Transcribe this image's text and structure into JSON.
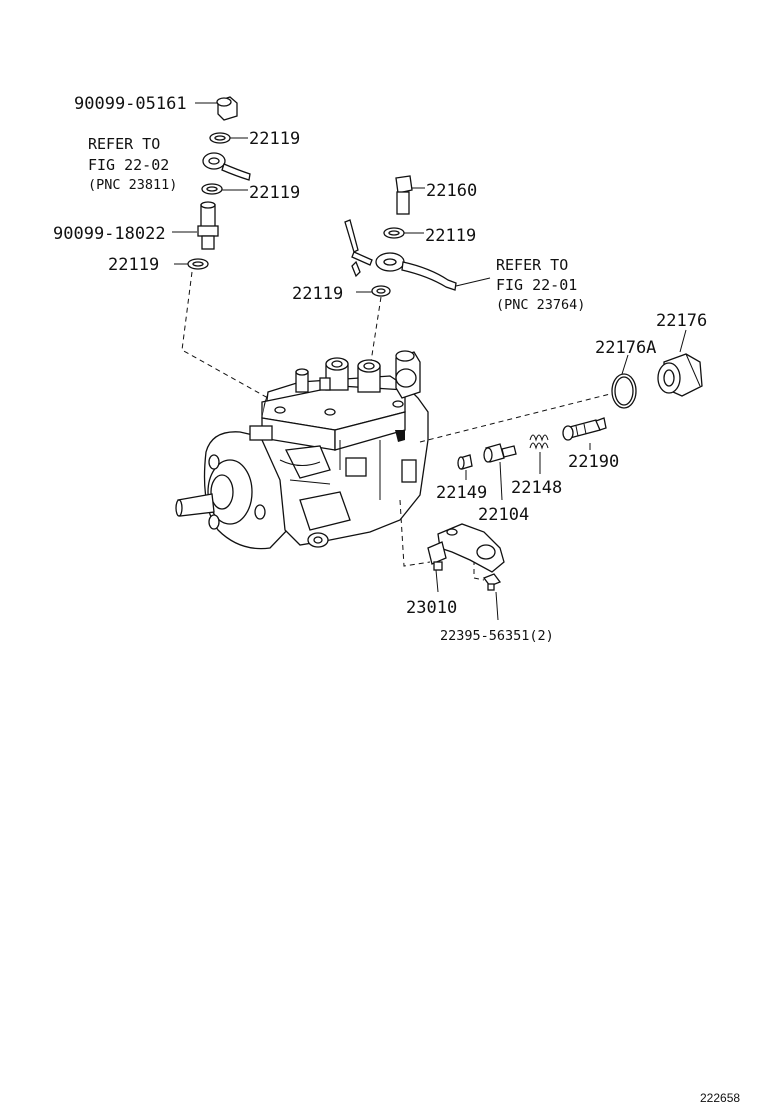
{
  "labels": {
    "p90099_05161": "90099-05161",
    "p22119_a": "22119",
    "p22119_b": "22119",
    "p90099_18022": "90099-18022",
    "p22119_c": "22119",
    "p22160": "22160",
    "p22119_d": "22119",
    "p22119_e": "22119",
    "p22176": "22176",
    "p22176A": "22176A",
    "p22190": "22190",
    "p22149": "22149",
    "p22148": "22148",
    "p22104": "22104",
    "p23010": "23010",
    "p22395": "22395-56351(2)"
  },
  "refs": {
    "left": {
      "line1": "REFER TO",
      "line2": "FIG 22-02",
      "line3": "(PNC 23811)"
    },
    "right": {
      "line1": "REFER TO",
      "line2": "FIG 22-01",
      "line3": "(PNC 23764)"
    }
  },
  "figure_id": "222658"
}
